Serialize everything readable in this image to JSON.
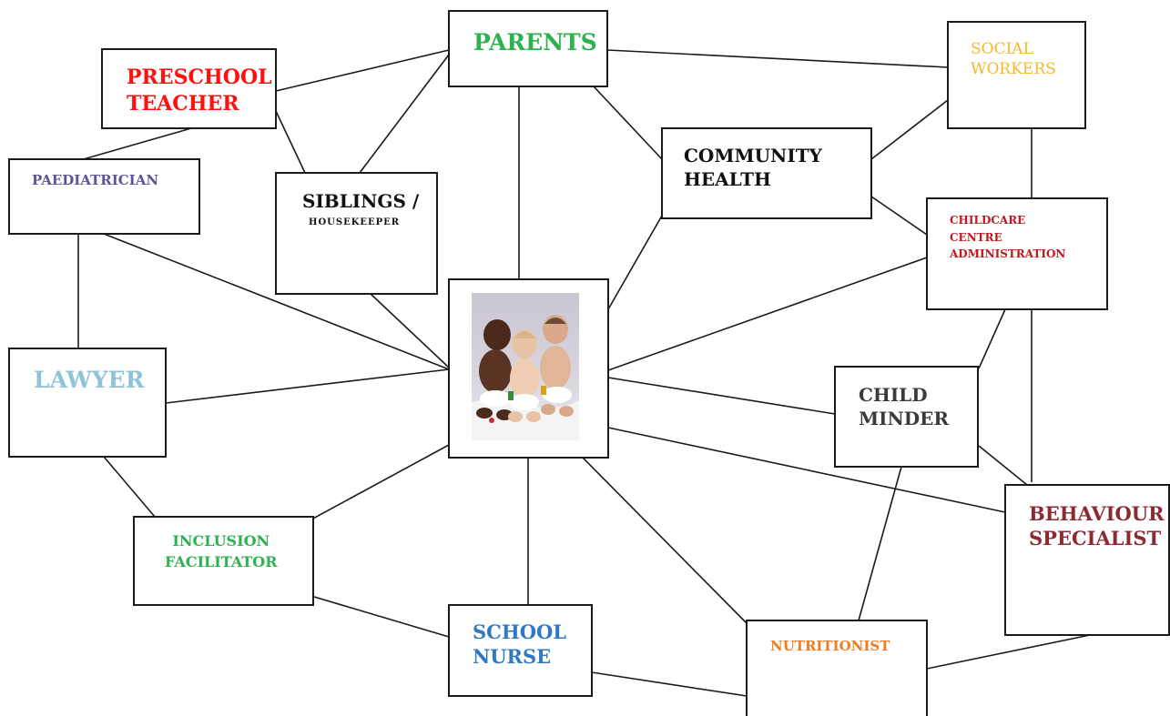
{
  "colors": {
    "parents": "#2eb14f",
    "preschool": "#ff1010",
    "social": "#f5b82a",
    "paed": "#5c5496",
    "siblings": "#111111",
    "community": "#111111",
    "childcare": "#c0181e",
    "lawyer": "#8ec5d6",
    "childminder": "#3a3a3a",
    "behaviour": "#8b2b31",
    "inclusion": "#2eb14f",
    "nurse": "#2f78c4",
    "nutritionist": "#ee7d22"
  },
  "nodes": {
    "parents": {
      "lines": [
        "PARENTS"
      ]
    },
    "preschool": {
      "lines": [
        "PRESCHOOL",
        "TEACHER"
      ]
    },
    "social": {
      "lines": [
        "SOCIAL",
        "WORKERS"
      ]
    },
    "paed": {
      "lines": [
        "PAEDIATRICIAN"
      ]
    },
    "siblings": {
      "lines": [
        "SIBLINGS /",
        "HOUSEKEEPER"
      ]
    },
    "community": {
      "lines": [
        "COMMUNITY",
        "HEALTH"
      ]
    },
    "childcare": {
      "lines": [
        "CHILDCARE",
        "CENTRE",
        "ADMINISTRATION"
      ]
    },
    "lawyer": {
      "lines": [
        "LAWYER"
      ]
    },
    "childminder": {
      "lines": [
        "CHILD",
        "MINDER"
      ]
    },
    "behaviour": {
      "lines": [
        "BEHAVIOUR",
        "SPECIALIST"
      ]
    },
    "inclusion": {
      "lines": [
        "INCLUSION",
        "FACILITATOR"
      ]
    },
    "nurse": {
      "lines": [
        "SCHOOL",
        "NURSE"
      ]
    },
    "nutritionist": {
      "lines": [
        "NUTRITIONIST"
      ]
    }
  },
  "center": {
    "image": "photo of three babies sitting together"
  }
}
